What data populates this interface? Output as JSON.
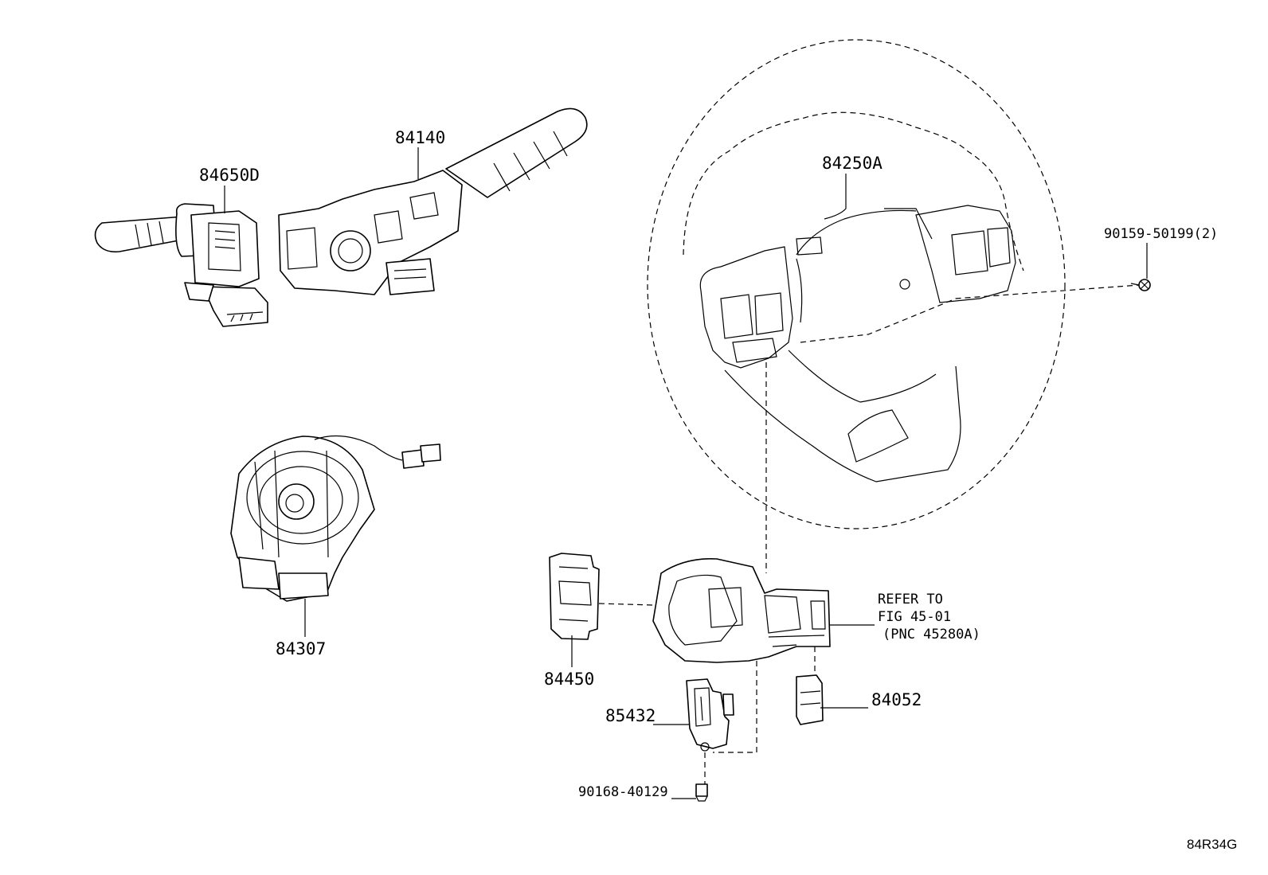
{
  "labels": {
    "p84650D": "84650D",
    "p84140": "84140",
    "p84250A": "84250A",
    "p90159": "90159-50199(2)",
    "p84307": "84307",
    "p84450": "84450",
    "p85432": "85432",
    "p84052": "84052",
    "p90168": "90168-40129",
    "refer1": "REFER TO",
    "refer2": "FIG 45-01",
    "refer3": "(PNC 45280A)",
    "figure_id": "84R34G"
  }
}
